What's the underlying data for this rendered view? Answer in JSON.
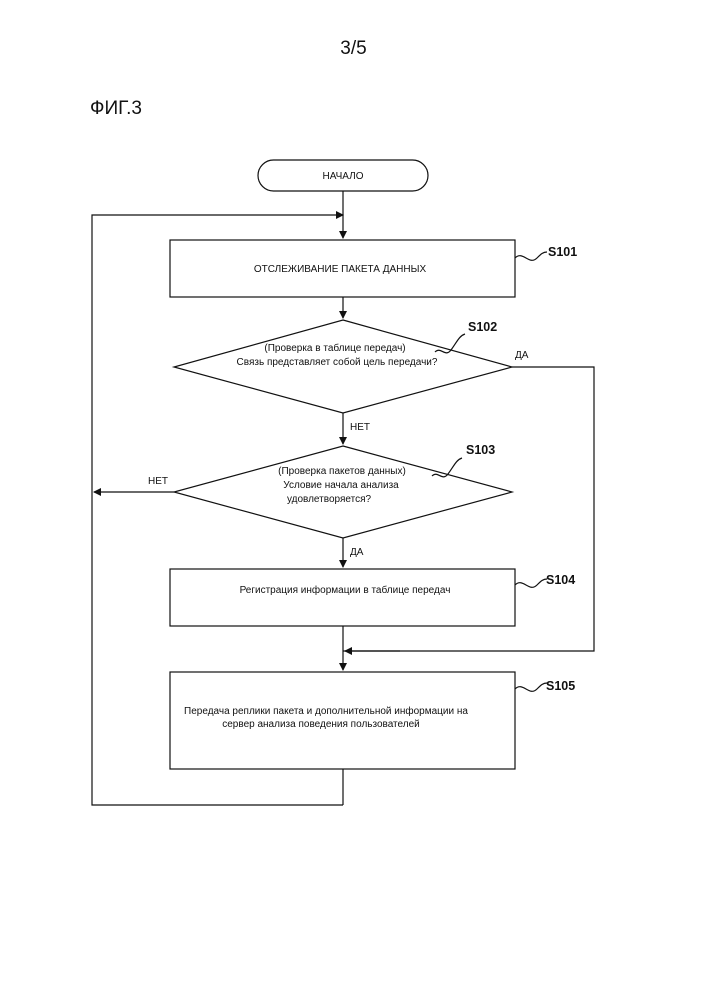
{
  "page": {
    "number": "3/5",
    "figure": "ФИГ.3"
  },
  "nodes": {
    "start": {
      "text": "НАЧАЛО"
    },
    "s101": {
      "label": "S101",
      "text": "ОТСЛЕЖИВАНИЕ ПАКЕТА ДАННЫХ"
    },
    "s102": {
      "label": "S102",
      "line1": "(Проверка в таблице передач)",
      "line2": "Связь представляет собой цель передачи?"
    },
    "s103": {
      "label": "S103",
      "line1": "(Проверка пакетов данных)",
      "line2": "Условие начала анализа",
      "line3": "удовлетворяется?"
    },
    "s104": {
      "label": "S104",
      "text": "Регистрация информации в таблице передач"
    },
    "s105": {
      "label": "S105",
      "line1": "Передача реплики пакета и дополнительной информации на",
      "line2": "сервер анализа поведения пользователей"
    }
  },
  "branches": {
    "s102_yes": "ДА",
    "s102_no": "НЕТ",
    "s103_yes": "ДА",
    "s103_no": "НЕТ"
  },
  "colors": {
    "line": "#111111",
    "background": "#ffffff"
  }
}
